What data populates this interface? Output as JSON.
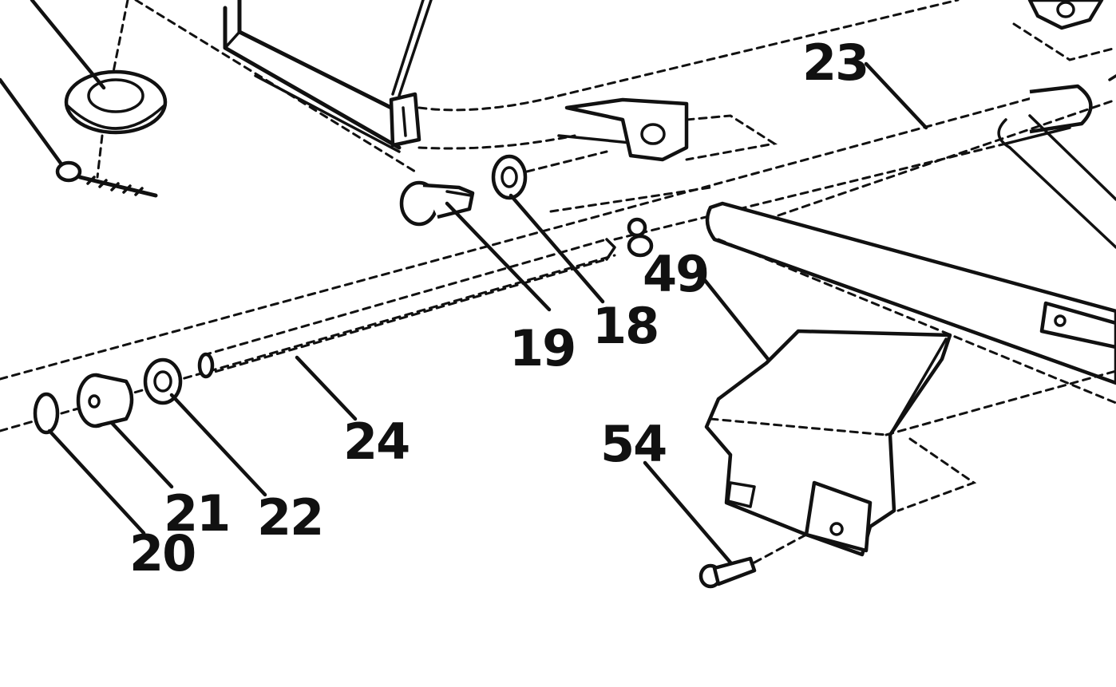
{
  "callouts": [
    {
      "id": "23",
      "label": "23"
    },
    {
      "id": "49",
      "label": "49"
    },
    {
      "id": "19",
      "label": "19"
    },
    {
      "id": "18",
      "label": "18"
    },
    {
      "id": "24",
      "label": "24"
    },
    {
      "id": "54",
      "label": "54"
    },
    {
      "id": "21",
      "label": "21"
    },
    {
      "id": "22",
      "label": "22"
    },
    {
      "id": "20",
      "label": "20"
    }
  ],
  "colors": {
    "ink": "#111111",
    "paper": "#ffffff"
  }
}
